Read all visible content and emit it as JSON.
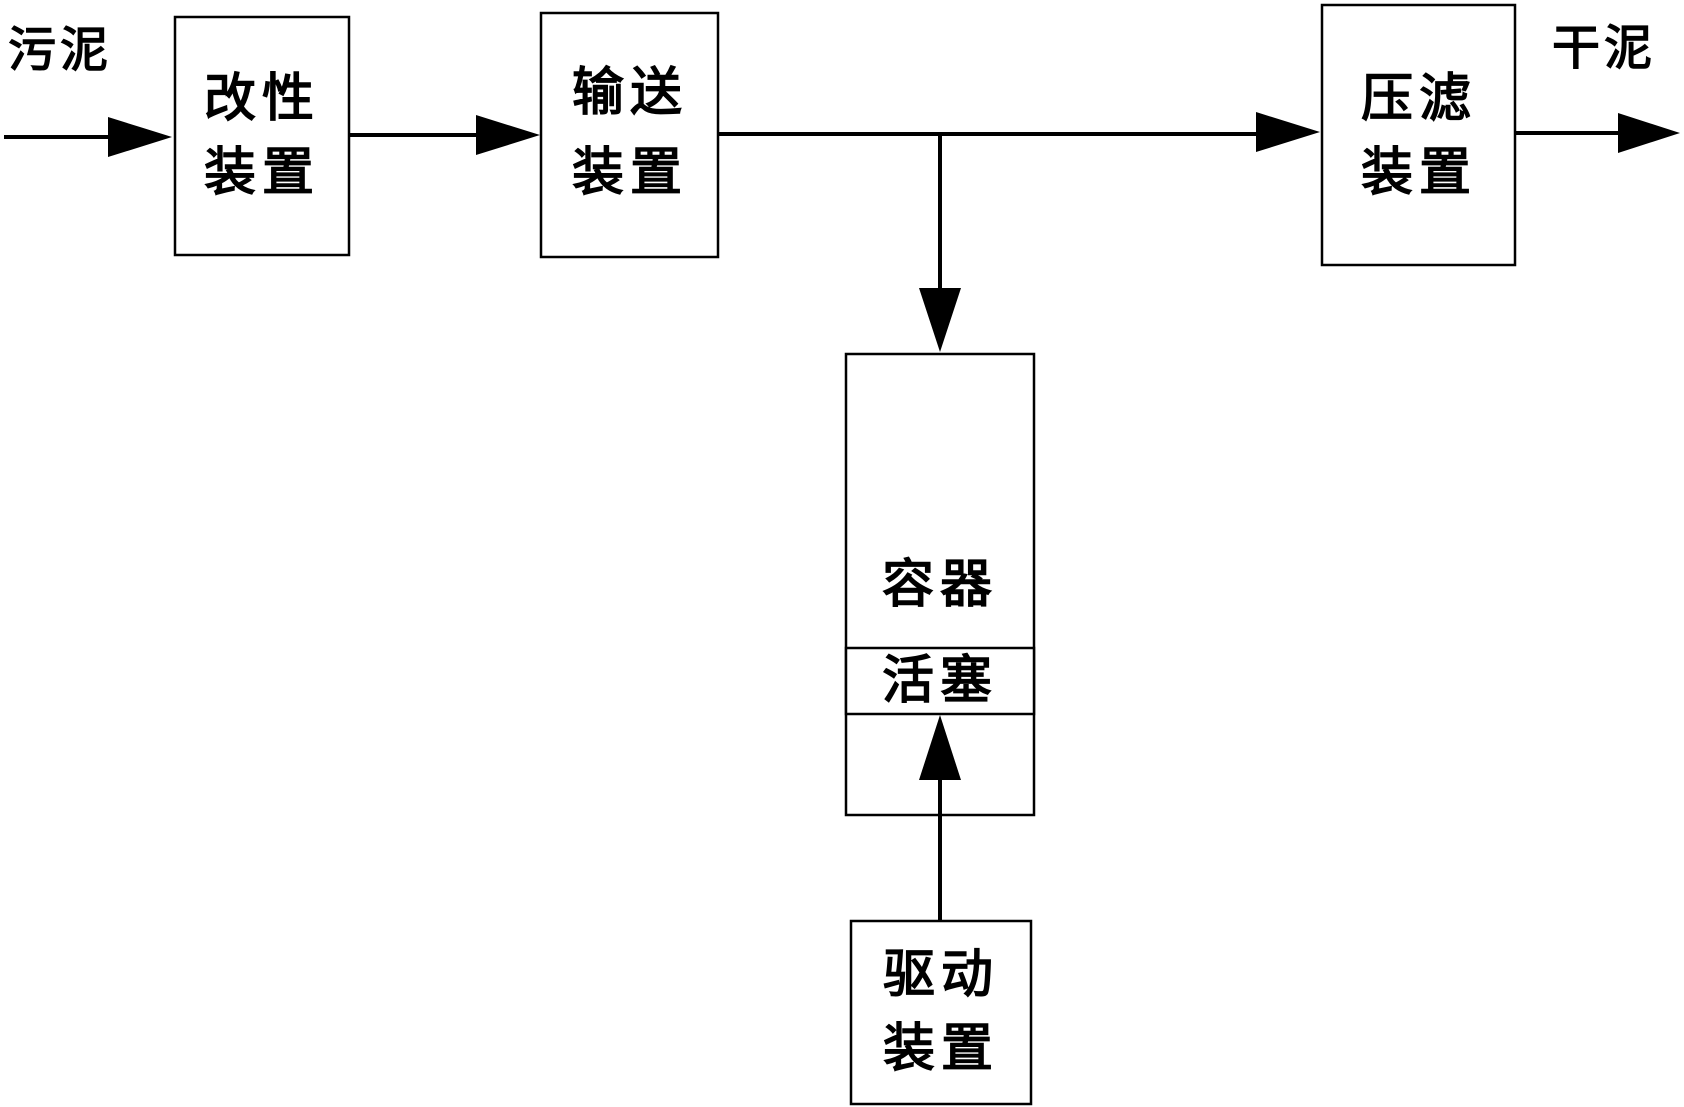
{
  "input_label": "污泥",
  "output_label": "干泥",
  "modification_device": {
    "line1": "改性",
    "line2": "装置"
  },
  "conveying_device": {
    "line1": "输送",
    "line2": "装置"
  },
  "filter_press_device": {
    "line1": "压滤",
    "line2": "装置"
  },
  "container": {
    "label": "容器",
    "piston_label": "活塞"
  },
  "drive_device": {
    "line1": "驱动",
    "line2": "装置"
  }
}
